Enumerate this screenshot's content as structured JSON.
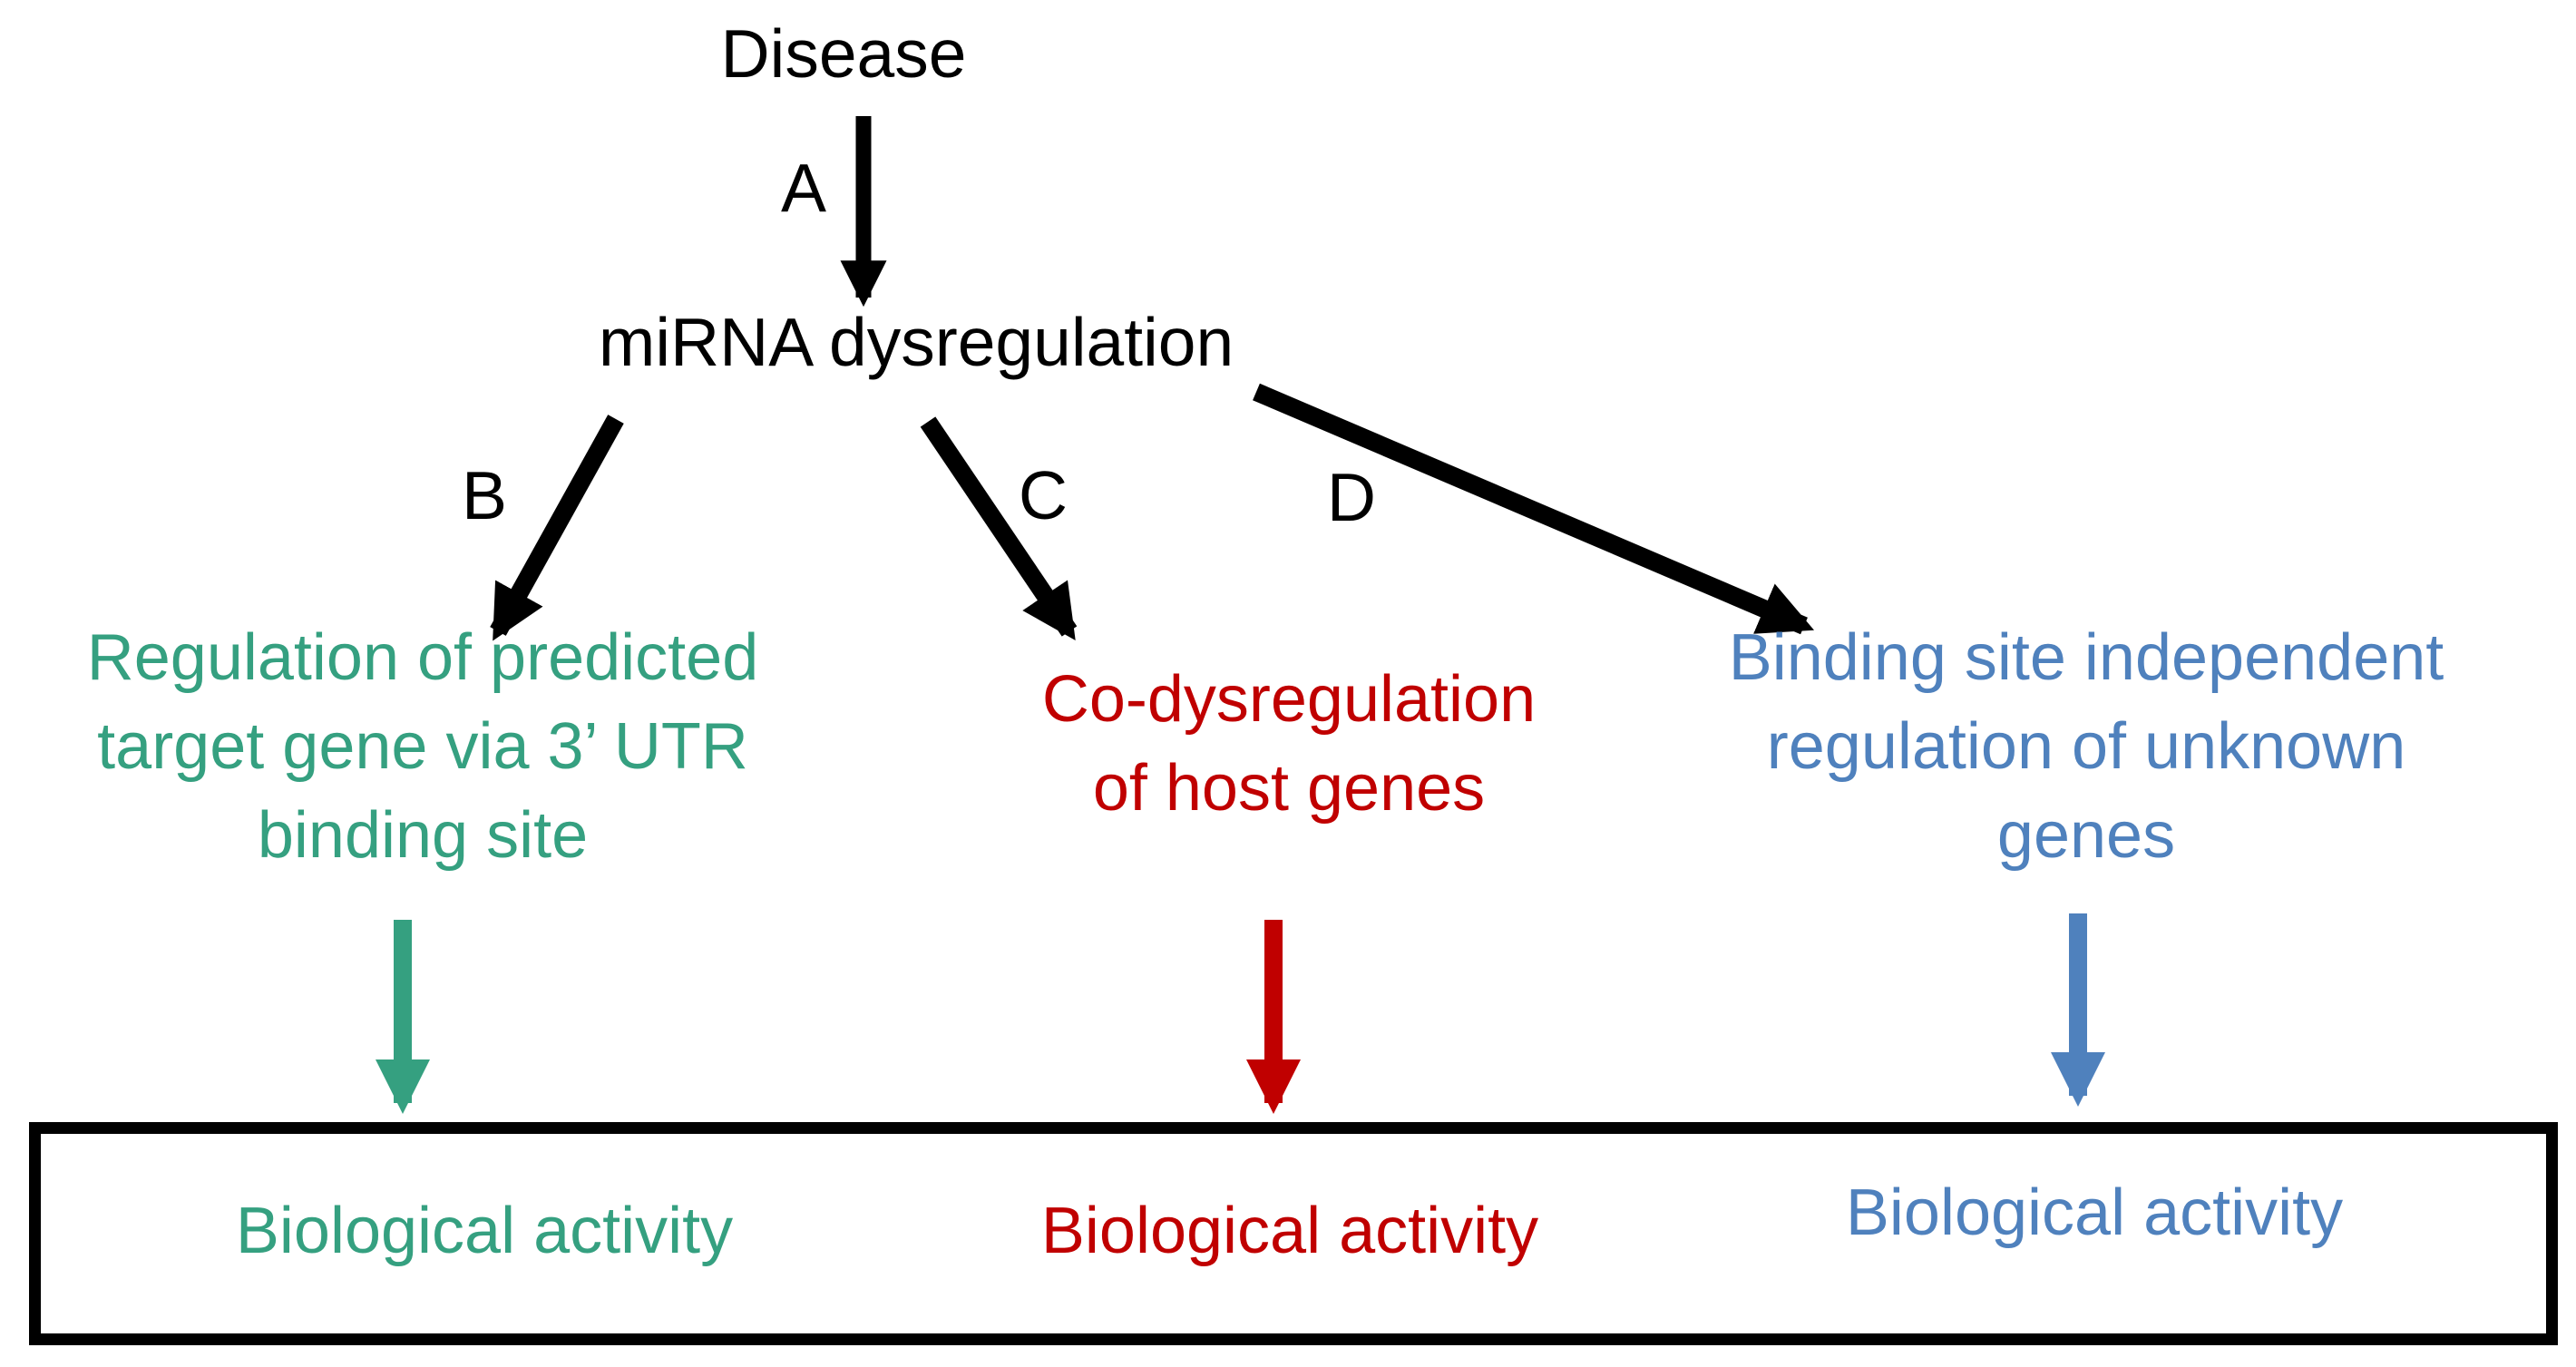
{
  "nodes": {
    "disease": "Disease",
    "mirna": "miRNA dysregulation"
  },
  "arrow_labels": {
    "a": "A",
    "b": "B",
    "c": "C",
    "d": "D"
  },
  "pathways": {
    "b": {
      "color": "#35A080",
      "lines": [
        "Regulation of predicted",
        "target gene via 3’ UTR",
        "binding site"
      ],
      "outcome": "Biological activity"
    },
    "c": {
      "color": "#C00000",
      "lines": [
        "Co-dysregulation",
        "of host genes"
      ],
      "outcome": "Biological activity"
    },
    "d": {
      "color": "#4F81BD",
      "lines": [
        "Binding site independent",
        "regulation of unknown",
        "genes"
      ],
      "outcome": "Biological activity"
    }
  },
  "colors": {
    "black": "#000000",
    "background": "#FFFFFF"
  }
}
